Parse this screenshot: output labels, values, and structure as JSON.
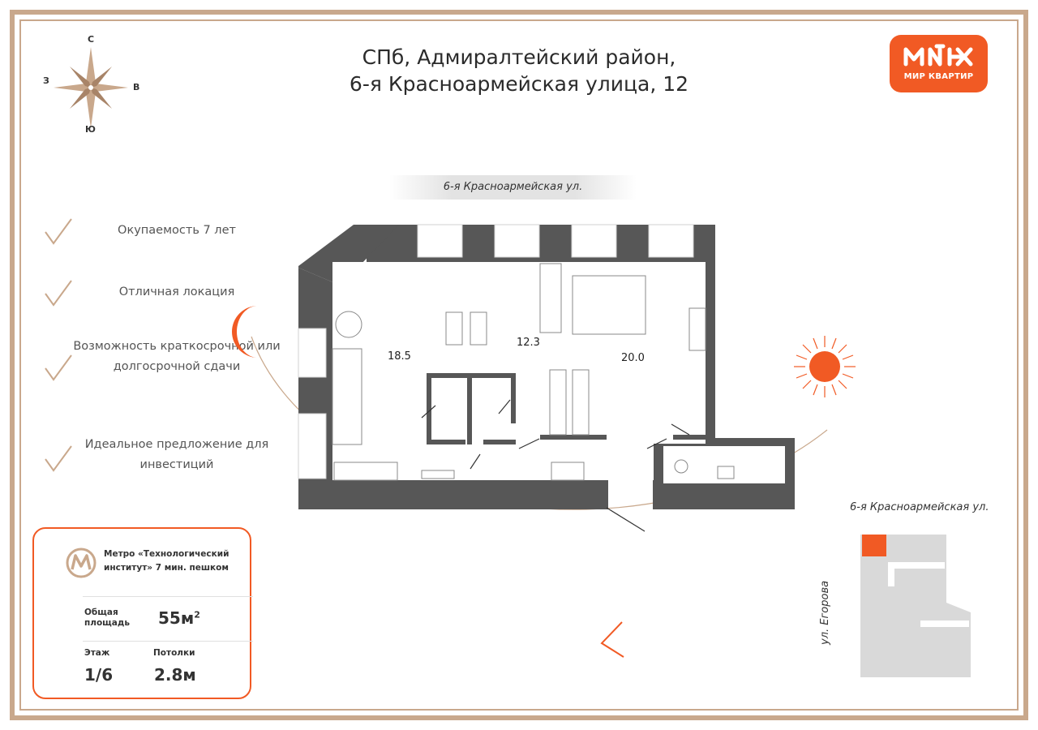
{
  "header": {
    "title_line1": "СПб, Адмиралтейский район,",
    "title_line2": "6-я Красноармейская улица, 12"
  },
  "logo": {
    "text": "МИР КВАРТИР",
    "icon": "mir-kvartir-logo-icon"
  },
  "compass": {
    "north": "С",
    "south": "Ю",
    "west": "З",
    "east": "В"
  },
  "streets": {
    "top": "6-я Красноармейская ул.",
    "right_map_top": "6-я Красноармейская ул.",
    "right_map_side": "ул. Егорова"
  },
  "features": [
    {
      "text": "Окупаемость 7 лет"
    },
    {
      "text": "Отличная локация"
    },
    {
      "text": "Возможность краткосрочной или долгосрочной сдачи"
    },
    {
      "text": "Идеальное предложение для инвестиций"
    }
  ],
  "rooms": {
    "room1_area": "18.5",
    "room2_area": "12.3",
    "room3_area": "20.0"
  },
  "info": {
    "metro_text": "Метро «Технологический институт» 7 мин. пешком",
    "area_label": "Общая площадь",
    "area_value": "55м",
    "area_unit_sup": "2",
    "floor_label": "Этаж",
    "floor_value": "1/6",
    "ceiling_label": "Потолки",
    "ceiling_value": "2.8м"
  },
  "colors": {
    "accent": "#f15a24",
    "frame": "#c9a88c",
    "wall": "#575757"
  }
}
